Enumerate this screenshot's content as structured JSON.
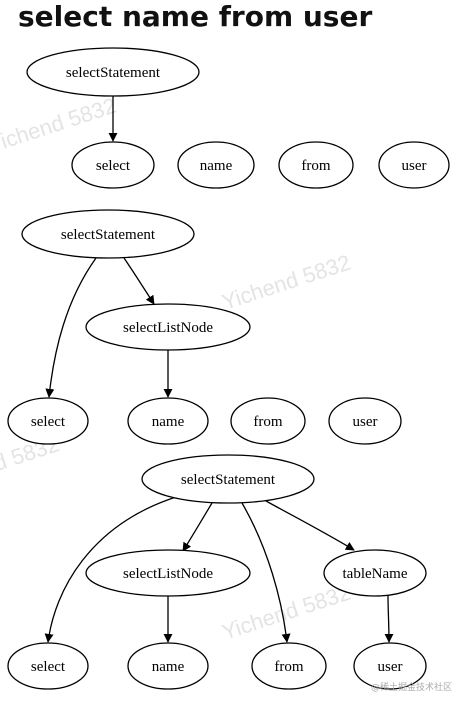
{
  "title": "select name from user",
  "watermark": "Yichend 5832",
  "footer": "@稀土掘金技术社区",
  "colors": {
    "stroke": "#000000",
    "background": "#ffffff",
    "watermark": "#e4e4e4"
  },
  "diagrams": [
    {
      "nodes": [
        {
          "id": "d1-selectStatement",
          "label": "selectStatement"
        },
        {
          "id": "d1-select",
          "label": "select"
        },
        {
          "id": "d1-name",
          "label": "name"
        },
        {
          "id": "d1-from",
          "label": "from"
        },
        {
          "id": "d1-user",
          "label": "user"
        }
      ],
      "edges": [
        {
          "from": "d1-selectStatement",
          "to": "d1-select"
        }
      ]
    },
    {
      "nodes": [
        {
          "id": "d2-selectStatement",
          "label": "selectStatement"
        },
        {
          "id": "d2-selectListNode",
          "label": "selectListNode"
        },
        {
          "id": "d2-select",
          "label": "select"
        },
        {
          "id": "d2-name",
          "label": "name"
        },
        {
          "id": "d2-from",
          "label": "from"
        },
        {
          "id": "d2-user",
          "label": "user"
        }
      ],
      "edges": [
        {
          "from": "d2-selectStatement",
          "to": "d2-selectListNode"
        },
        {
          "from": "d2-selectStatement",
          "to": "d2-select"
        },
        {
          "from": "d2-selectListNode",
          "to": "d2-name"
        }
      ]
    },
    {
      "nodes": [
        {
          "id": "d3-selectStatement",
          "label": "selectStatement"
        },
        {
          "id": "d3-selectListNode",
          "label": "selectListNode"
        },
        {
          "id": "d3-tableName",
          "label": "tableName"
        },
        {
          "id": "d3-select",
          "label": "select"
        },
        {
          "id": "d3-name",
          "label": "name"
        },
        {
          "id": "d3-from",
          "label": "from"
        },
        {
          "id": "d3-user",
          "label": "user"
        }
      ],
      "edges": [
        {
          "from": "d3-selectStatement",
          "to": "d3-select"
        },
        {
          "from": "d3-selectStatement",
          "to": "d3-selectListNode"
        },
        {
          "from": "d3-selectStatement",
          "to": "d3-from"
        },
        {
          "from": "d3-selectStatement",
          "to": "d3-tableName"
        },
        {
          "from": "d3-selectListNode",
          "to": "d3-name"
        },
        {
          "from": "d3-tableName",
          "to": "d3-user"
        }
      ]
    }
  ]
}
